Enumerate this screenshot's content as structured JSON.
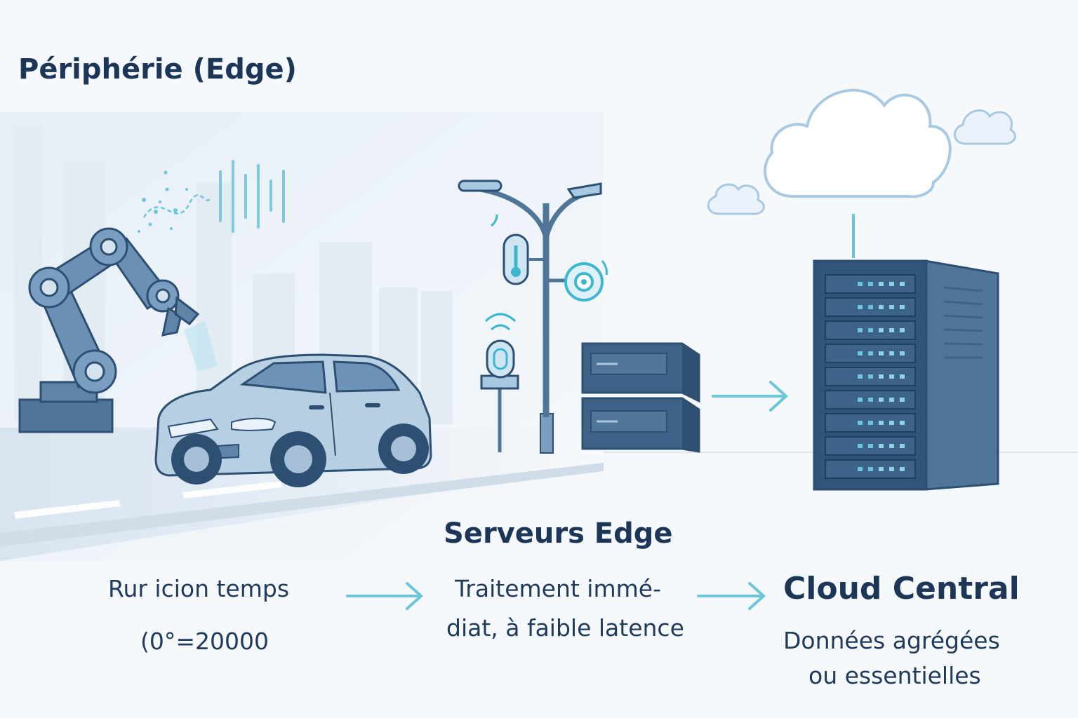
{
  "title": "Périphérie (Edge)",
  "edge_servers": {
    "title": "Serveurs Edge",
    "desc_line1": "Traitement immé-",
    "desc_line2": "diat, à faible latence"
  },
  "cloud": {
    "title": "Cloud Central",
    "desc_line1": "Données agrégées",
    "desc_line2": "ou essentielles"
  },
  "device": {
    "desc_line1": "Rur icion temps",
    "desc_line2": "=20000"
  },
  "colors": {
    "dark": "#1c3657",
    "steel": "#4f7598",
    "light_blue": "#a9c9e3",
    "arrow": "#6cc5d8",
    "accent": "#3cb7d0"
  },
  "icons": [
    "robot-arm-icon",
    "car-icon",
    "street-lamp-icon",
    "thermometer-icon",
    "camera-icon",
    "parking-sensor-icon",
    "edge-server-icon",
    "data-center-rack-icon",
    "cloud-icon"
  ]
}
